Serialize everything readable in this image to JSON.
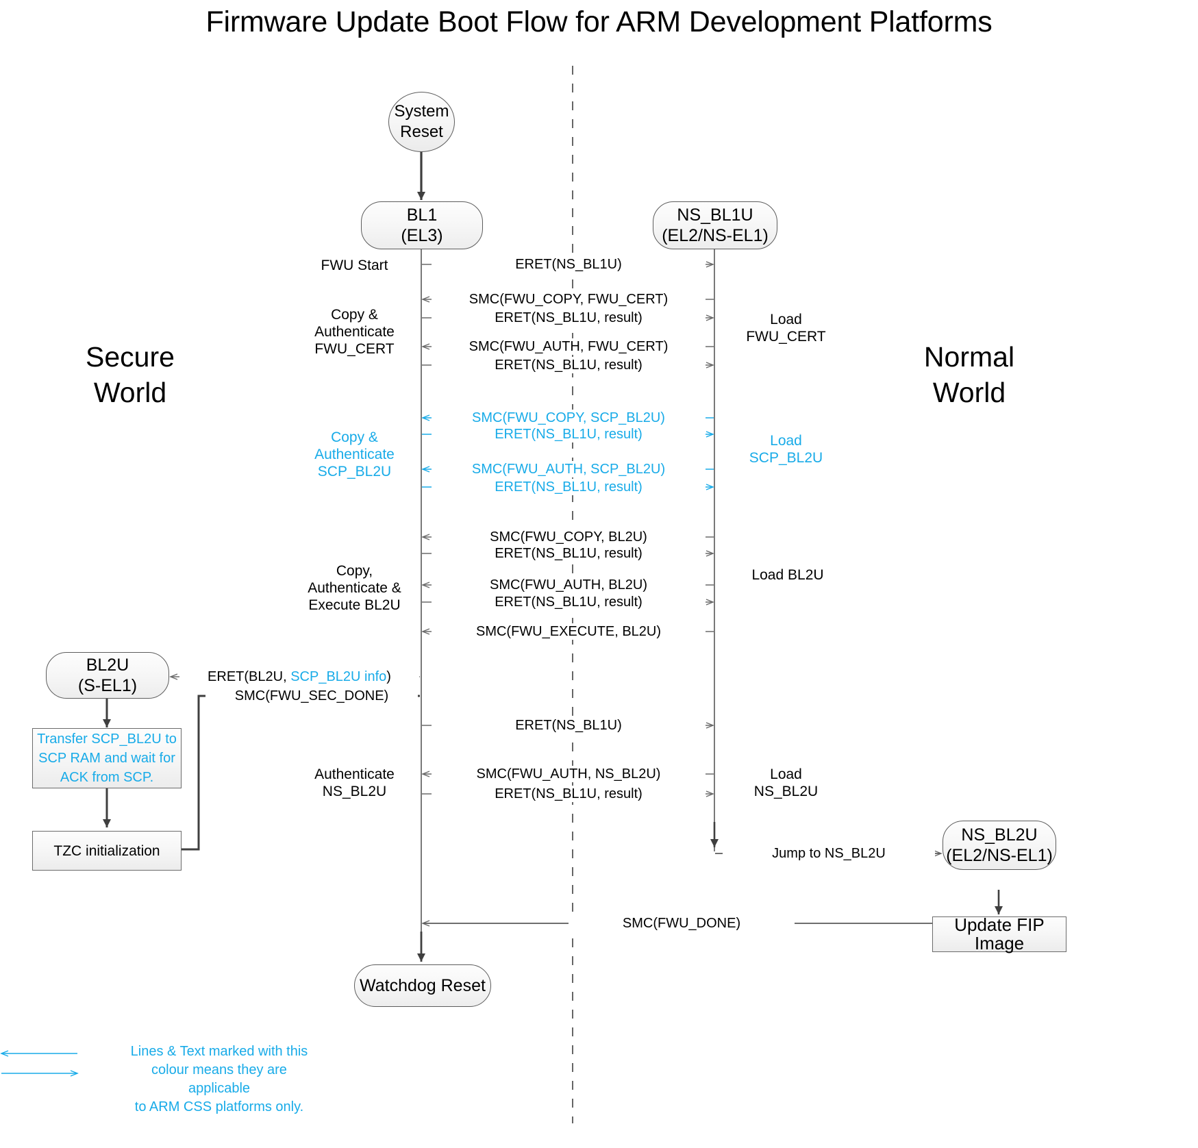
{
  "title": "Firmware Update Boot Flow for ARM Development Platforms",
  "colors": {
    "cyan": "#18abe8",
    "line": "#585858",
    "node_border": "#5c5c5c",
    "background": "#ffffff",
    "text": "#000000"
  },
  "worlds": {
    "secure": {
      "line1": "Secure",
      "line2": "World"
    },
    "normal": {
      "line1": "Normal",
      "line2": "World"
    }
  },
  "nodes": {
    "system_reset": {
      "line1": "System",
      "line2": "Reset"
    },
    "bl1": {
      "line1": "BL1",
      "line2": "(EL3)"
    },
    "ns_bl1u": {
      "line1": "NS_BL1U",
      "line2": "(EL2/NS-EL1)"
    },
    "bl2u": {
      "line1": "BL2U",
      "line2": "(S-EL1)"
    },
    "ns_bl2u": {
      "line1": "NS_BL2U",
      "line2": "(EL2/NS-EL1)"
    },
    "watchdog_reset": {
      "line1": "Watchdog Reset"
    },
    "transfer_scp": {
      "line1": "Transfer SCP_BL2U to",
      "line2": "SCP RAM and wait for",
      "line3": "ACK from SCP."
    },
    "tzc_init": {
      "line1": "TZC initialization"
    },
    "update_fip": {
      "line1": "Update FIP Image"
    }
  },
  "messages": {
    "m01": {
      "label": "ERET(NS_BL1U)",
      "color": "black",
      "direction": "right"
    },
    "m02": {
      "label": "SMC(FWU_COPY, FWU_CERT)",
      "color": "black",
      "direction": "left"
    },
    "m03": {
      "label": "ERET(NS_BL1U, result)",
      "color": "black",
      "direction": "right"
    },
    "m04": {
      "label": "SMC(FWU_AUTH, FWU_CERT)",
      "color": "black",
      "direction": "left"
    },
    "m05": {
      "label": "ERET(NS_BL1U, result)",
      "color": "black",
      "direction": "right"
    },
    "m06": {
      "label": "SMC(FWU_COPY, SCP_BL2U)",
      "color": "cyan",
      "direction": "left"
    },
    "m07": {
      "label": "ERET(NS_BL1U, result)",
      "color": "cyan",
      "direction": "right"
    },
    "m08": {
      "label": "SMC(FWU_AUTH, SCP_BL2U)",
      "color": "cyan",
      "direction": "left"
    },
    "m09": {
      "label": "ERET(NS_BL1U, result)",
      "color": "cyan",
      "direction": "right"
    },
    "m10": {
      "label": "SMC(FWU_COPY, BL2U)",
      "color": "black",
      "direction": "left"
    },
    "m11": {
      "label": "ERET(NS_BL1U, result)",
      "color": "black",
      "direction": "right"
    },
    "m12": {
      "label": "SMC(FWU_AUTH, BL2U)",
      "color": "black",
      "direction": "left"
    },
    "m13": {
      "label": "ERET(NS_BL1U, result)",
      "color": "black",
      "direction": "right"
    },
    "m14": {
      "label": "SMC(FWU_EXECUTE, BL2U)",
      "color": "black",
      "direction": "left"
    },
    "m15": {
      "label_part1": "ERET(BL2U, ",
      "label_part2": "SCP_BL2U info",
      "label_part3": ")",
      "color": "mixed",
      "direction": "left"
    },
    "m16": {
      "label": "SMC(FWU_SEC_DONE)",
      "color": "black",
      "direction": "right"
    },
    "m17": {
      "label": "ERET(NS_BL1U)",
      "color": "black",
      "direction": "right"
    },
    "m18": {
      "label": "SMC(FWU_AUTH, NS_BL2U)",
      "color": "black",
      "direction": "left"
    },
    "m19": {
      "label": "ERET(NS_BL1U, result)",
      "color": "black",
      "direction": "right"
    },
    "m20": {
      "label": "Jump to NS_BL2U",
      "color": "black",
      "direction": "right"
    },
    "m21": {
      "label": "SMC(FWU_DONE)",
      "color": "black",
      "direction": "left"
    }
  },
  "side_labels": {
    "fwu_start": {
      "line1": "FWU Start",
      "color": "black"
    },
    "copy_auth_cert": {
      "line1": "Copy &",
      "line2": "Authenticate",
      "line3": "FWU_CERT",
      "color": "black"
    },
    "load_fwu_cert": {
      "line1": "Load",
      "line2": "FWU_CERT",
      "color": "black"
    },
    "copy_auth_scp": {
      "line1": "Copy &",
      "line2": "Authenticate",
      "line3": "SCP_BL2U",
      "color": "cyan"
    },
    "load_scp_bl2u": {
      "line1": "Load",
      "line2": "SCP_BL2U",
      "color": "cyan"
    },
    "copy_auth_exec": {
      "line1": "Copy,",
      "line2": "Authenticate &",
      "line3": "Execute BL2U",
      "color": "black"
    },
    "load_bl2u": {
      "line1": "Load BL2U",
      "color": "black"
    },
    "auth_ns_bl2u": {
      "line1": "Authenticate",
      "line2": "NS_BL2U",
      "color": "black"
    },
    "load_ns_bl2u": {
      "line1": "Load",
      "line2": "NS_BL2U",
      "color": "black"
    }
  },
  "legend": {
    "line1": "Lines & Text marked with this",
    "line2": "colour means they are applicable",
    "line3": "to ARM CSS platforms only."
  }
}
